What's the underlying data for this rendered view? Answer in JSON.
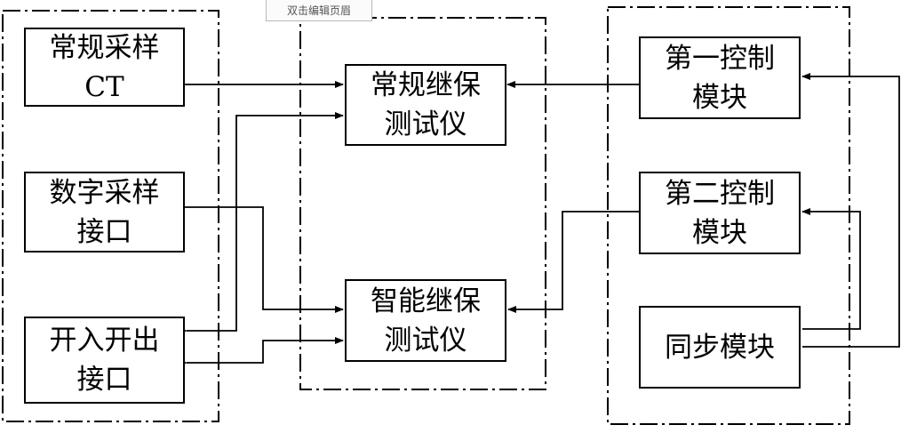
{
  "header_tip": "双击编辑页眉",
  "blocks": {
    "regular_ct": [
      "常规采样",
      "CT"
    ],
    "digital_if": [
      "数字采样",
      "接口"
    ],
    "bio_if": [
      "开入开出",
      "接口"
    ],
    "regular_tester": [
      "常规继保",
      "测试仪"
    ],
    "smart_tester": [
      "智能继保",
      "测试仪"
    ],
    "ctrl1": [
      "第一控制",
      "模块"
    ],
    "ctrl2": [
      "第二控制",
      "模块"
    ],
    "sync": [
      "同步模块"
    ]
  }
}
